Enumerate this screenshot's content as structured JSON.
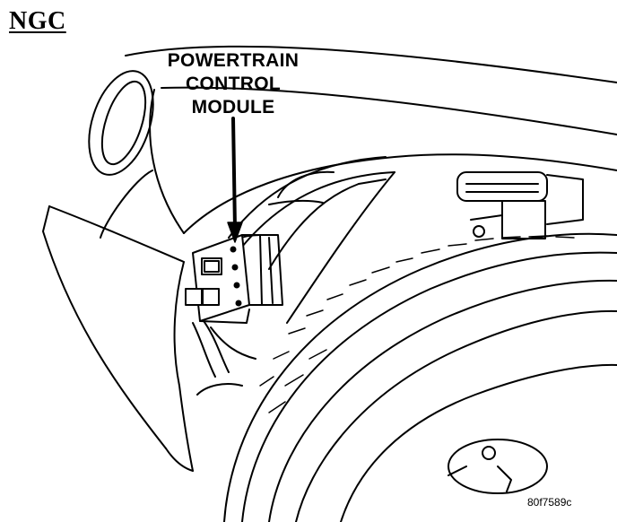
{
  "header": {
    "tag": "NGC"
  },
  "callout": {
    "line1": "POWERTRAIN",
    "line2": "CONTROL",
    "line3": "MODULE"
  },
  "figure": {
    "id": "80f7589c"
  },
  "style": {
    "ink": "#000000",
    "paper": "#ffffff"
  },
  "icons": [
    "arrow-pointer",
    "powertrain-control-module-icon"
  ]
}
